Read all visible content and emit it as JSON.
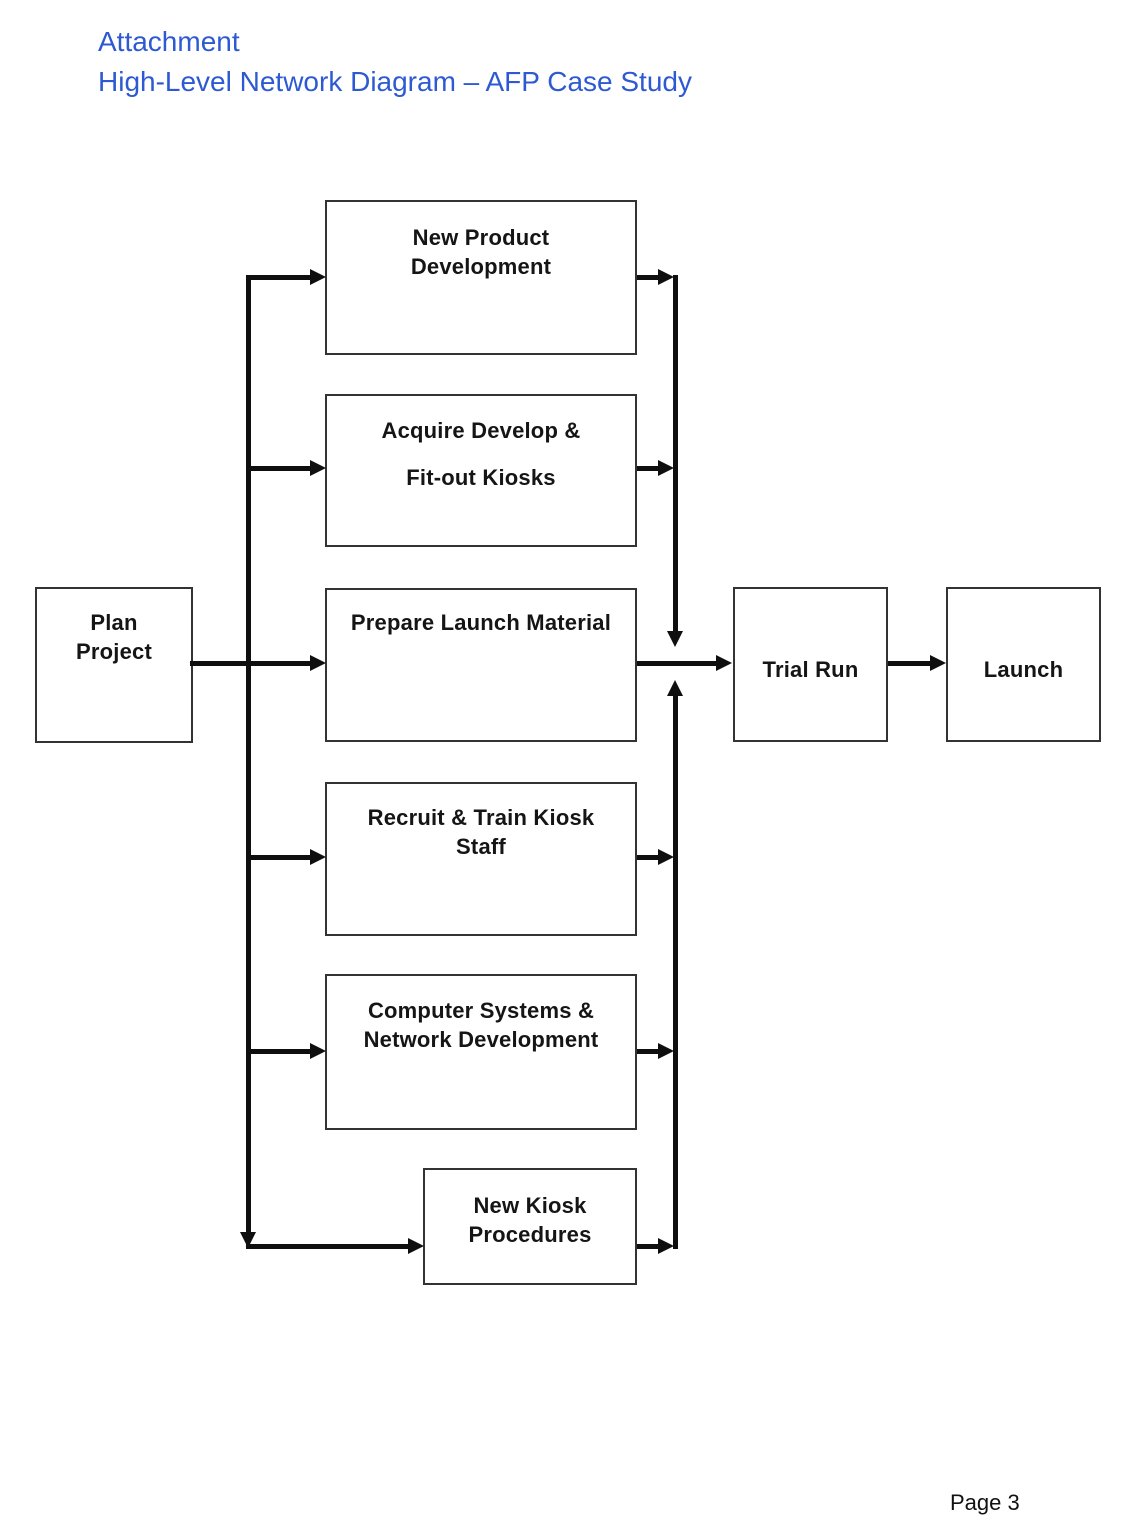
{
  "header": {
    "line1": "Attachment",
    "line2": "High-Level Network Diagram – AFP Case Study",
    "title_color": "#2d5ad2"
  },
  "diagram": {
    "type": "activity-on-node network diagram",
    "nodes": {
      "plan_project": {
        "label": "Plan\nProject"
      },
      "new_product": {
        "label": "New Product\nDevelopment"
      },
      "acquire": {
        "label": "Acquire Develop &\n\nFit-out Kiosks"
      },
      "prepare": {
        "label": "Prepare Launch Material"
      },
      "recruit": {
        "label": "Recruit & Train Kiosk\nStaff"
      },
      "computer": {
        "label": "Computer Systems &\nNetwork Development"
      },
      "kiosk_procedures": {
        "label": "New Kiosk\nProcedures"
      },
      "trial_run": {
        "label": "Trial Run"
      },
      "launch": {
        "label": "Launch"
      }
    },
    "edges": [
      "Plan Project -> New Product Development",
      "Plan Project -> Acquire Develop & Fit-out Kiosks",
      "Plan Project -> Prepare Launch Material",
      "Plan Project -> Recruit & Train Kiosk Staff",
      "Plan Project -> Computer Systems & Network Development",
      "Plan Project -> New Kiosk Procedures",
      "New Product Development -> Trial Run",
      "Acquire Develop & Fit-out Kiosks -> Trial Run",
      "Prepare Launch Material -> Trial Run",
      "Recruit & Train Kiosk Staff -> Trial Run",
      "Computer Systems & Network Development -> Trial Run",
      "New Kiosk Procedures -> Trial Run",
      "Trial Run -> Launch"
    ],
    "line_color": "#0f0f0f"
  },
  "footer": {
    "page_number": "Page 3"
  }
}
